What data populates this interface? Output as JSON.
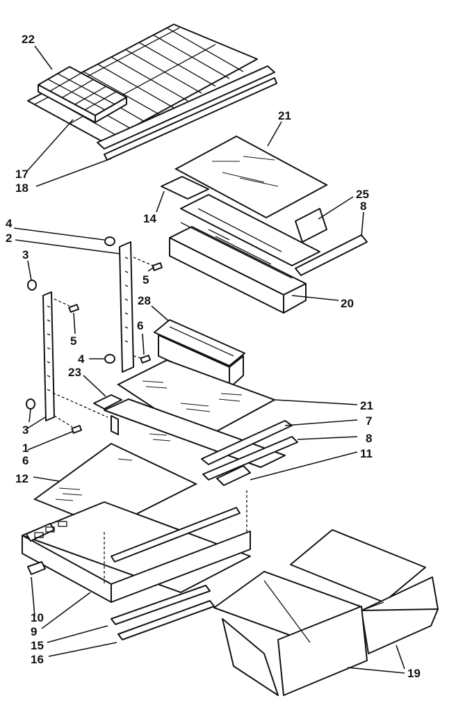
{
  "callouts": [
    {
      "id": "22",
      "text": "22"
    },
    {
      "id": "21a",
      "text": "21"
    },
    {
      "id": "25",
      "text": "25"
    },
    {
      "id": "8a",
      "text": "8"
    },
    {
      "id": "17",
      "text": "17"
    },
    {
      "id": "18",
      "text": "18"
    },
    {
      "id": "14",
      "text": "14"
    },
    {
      "id": "4a",
      "text": "4"
    },
    {
      "id": "2",
      "text": "2"
    },
    {
      "id": "3a",
      "text": "3"
    },
    {
      "id": "5a",
      "text": "5"
    },
    {
      "id": "28",
      "text": "28"
    },
    {
      "id": "20",
      "text": "20"
    },
    {
      "id": "5b",
      "text": "5"
    },
    {
      "id": "6a",
      "text": "6"
    },
    {
      "id": "4b",
      "text": "4"
    },
    {
      "id": "23",
      "text": "23"
    },
    {
      "id": "21b",
      "text": "21"
    },
    {
      "id": "3b",
      "text": "3"
    },
    {
      "id": "7",
      "text": "7"
    },
    {
      "id": "1",
      "text": "1"
    },
    {
      "id": "8b",
      "text": "8"
    },
    {
      "id": "6b",
      "text": "6"
    },
    {
      "id": "11",
      "text": "11"
    },
    {
      "id": "12",
      "text": "12"
    },
    {
      "id": "10",
      "text": "10"
    },
    {
      "id": "9",
      "text": "9"
    },
    {
      "id": "15",
      "text": "15"
    },
    {
      "id": "16",
      "text": "16"
    },
    {
      "id": "19",
      "text": "19"
    }
  ],
  "colors": {
    "ink": "#111111",
    "paper": "#ffffff"
  }
}
